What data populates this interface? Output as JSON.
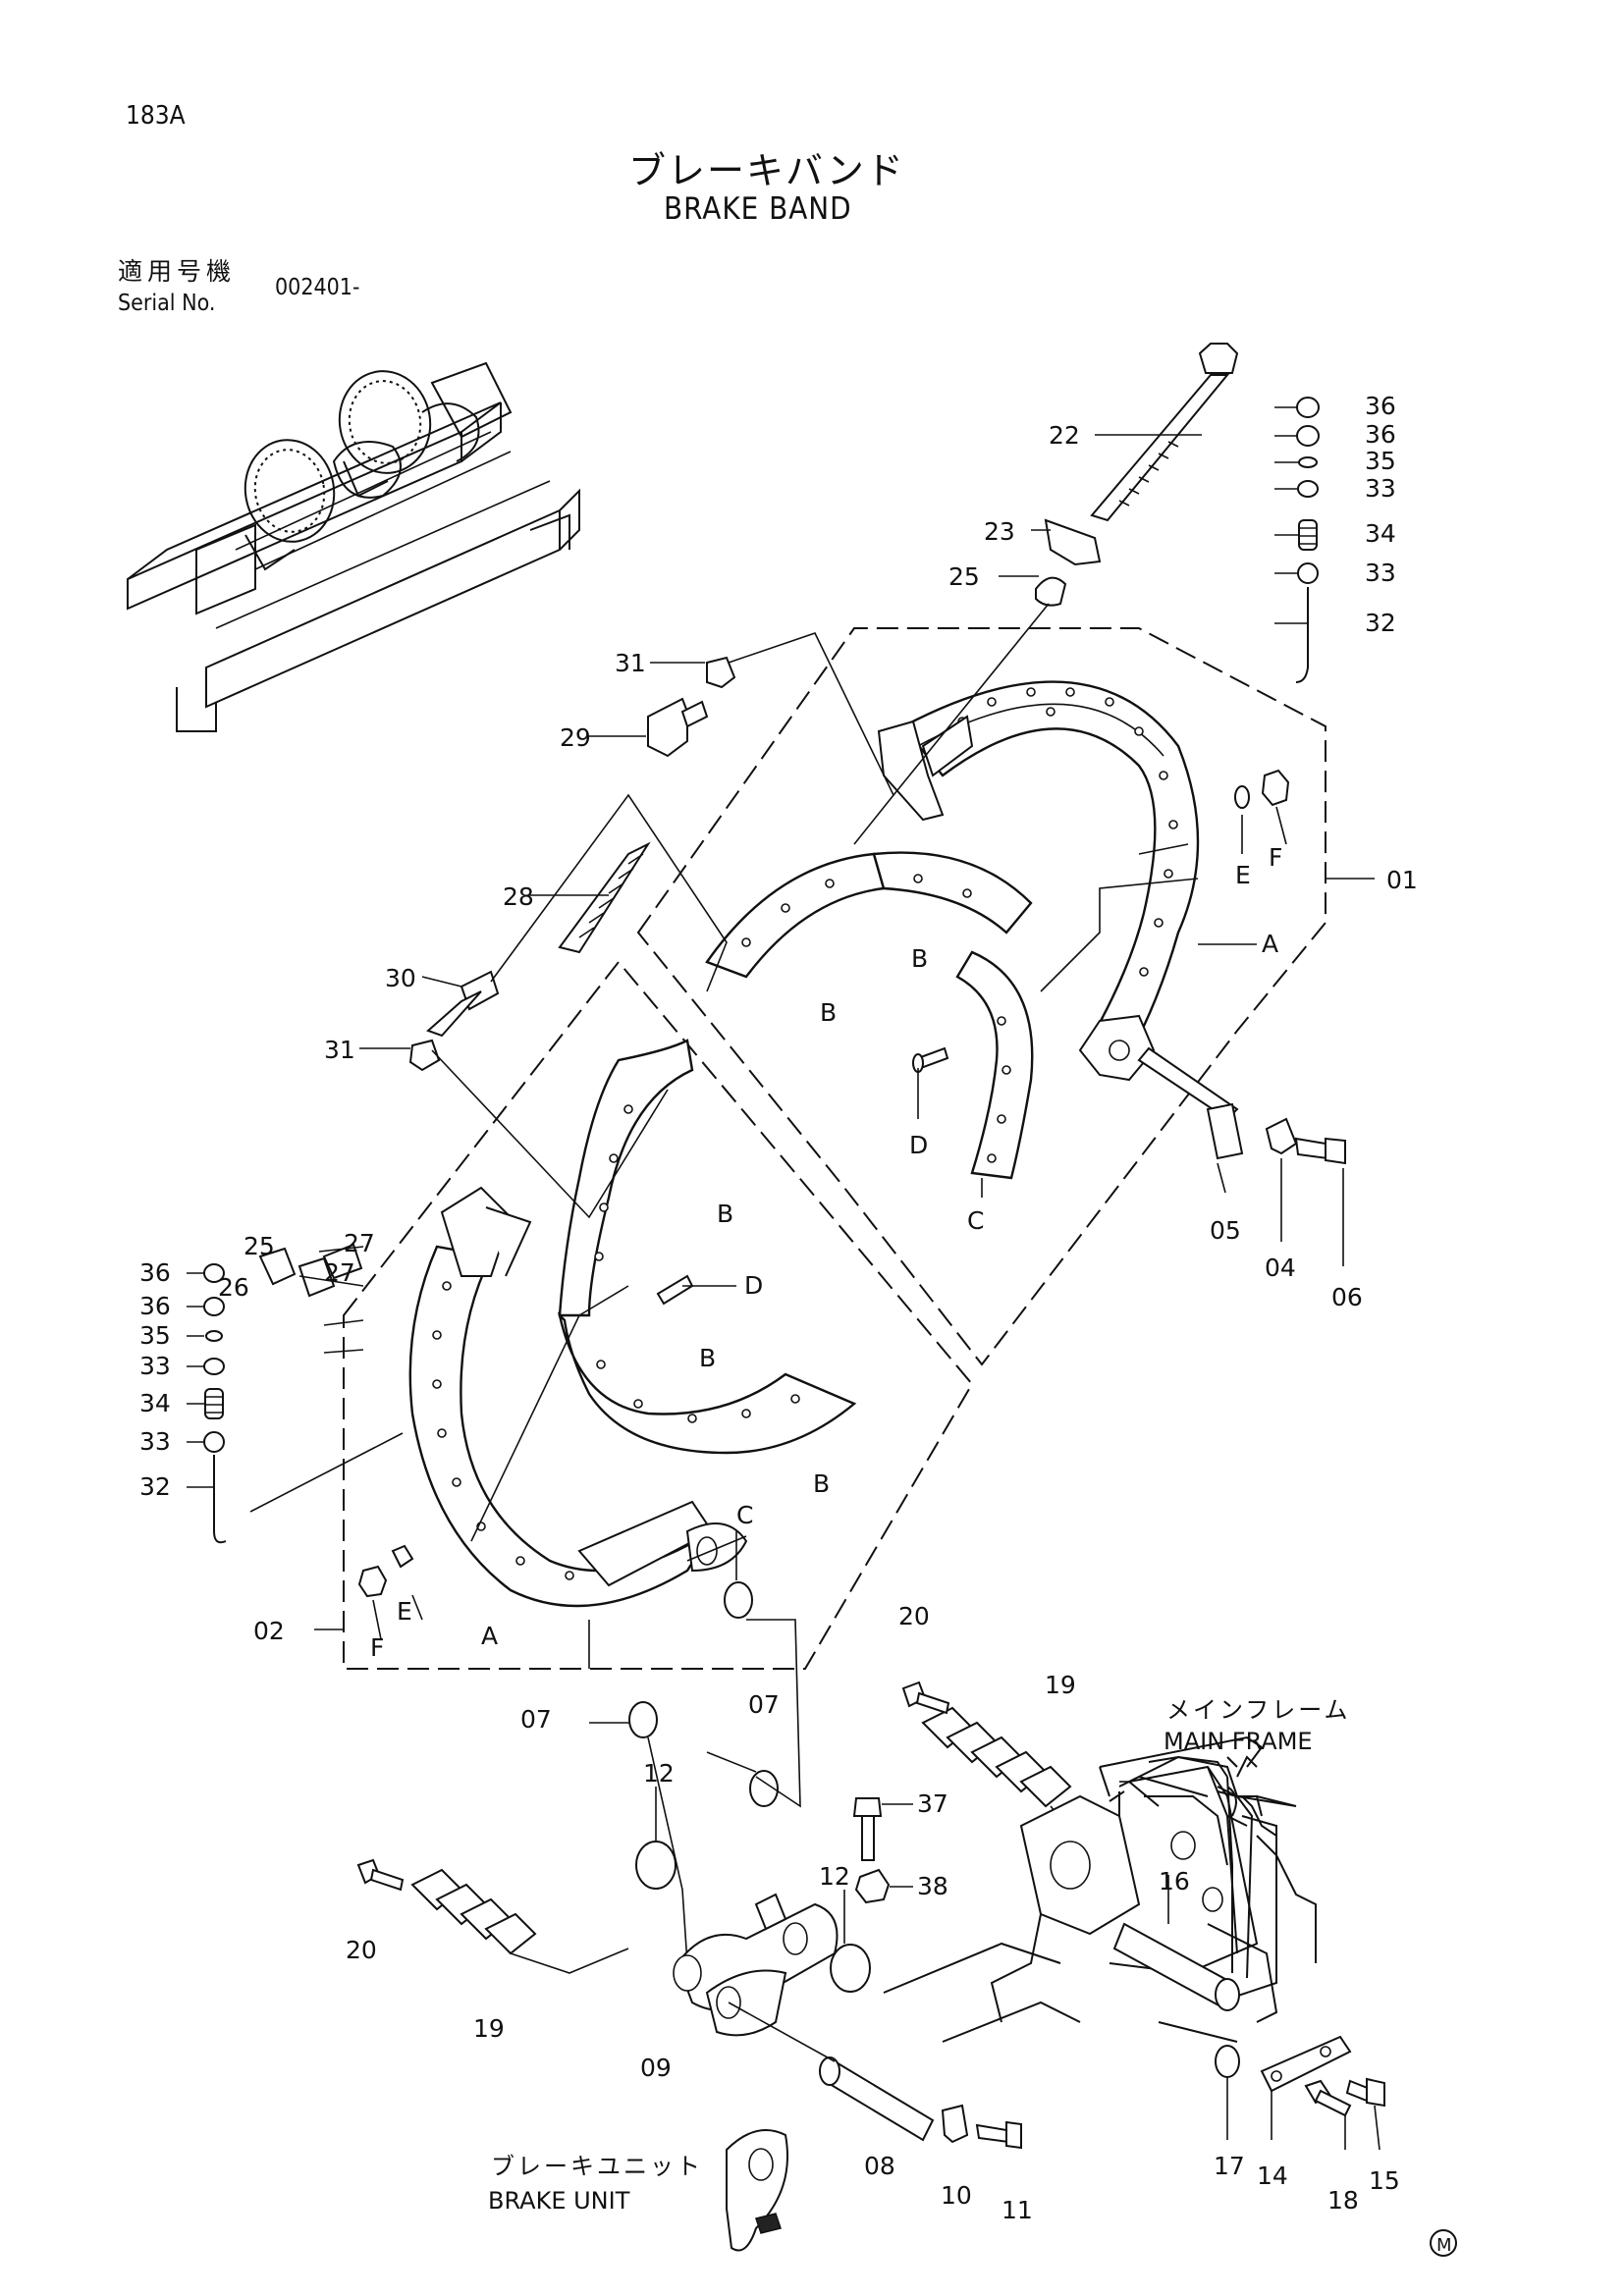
{
  "header": {
    "page_number": "183A",
    "title_jp": "ブレーキバンド",
    "title_en": "BRAKE BAND",
    "serial_label_jp": "適用号機",
    "serial_label_en": "Serial No.",
    "serial_value": "002401-"
  },
  "callouts": {
    "p01": "01",
    "p02": "02",
    "p04": "04",
    "p05": "05",
    "p06": "06",
    "p07a": "07",
    "p07b": "07",
    "p08": "08",
    "p09": "09",
    "p10": "10",
    "p11": "11",
    "p12a": "12",
    "p12b": "12",
    "p14": "14",
    "p15": "15",
    "p16": "16",
    "p17": "17",
    "p18": "18",
    "p19a": "19",
    "p19b": "19",
    "p20a": "20",
    "p20b": "20",
    "p22": "22",
    "p23": "23",
    "p25a": "25",
    "p25b": "25",
    "p26": "26",
    "p27a": "27",
    "p27b": "27",
    "p28": "28",
    "p29": "29",
    "p30": "30",
    "p31a": "31",
    "p31b": "31",
    "r36a": "36",
    "r36b": "36",
    "r35": "35",
    "r33a": "33",
    "r34": "34",
    "r33b": "33",
    "r32": "32",
    "l36a": "36",
    "l36b": "36",
    "l35": "35",
    "l33a": "33",
    "l34": "34",
    "l33b": "33",
    "l32": "32",
    "p37": "37",
    "p38": "38",
    "lA1": "A",
    "lA2": "A",
    "lB1": "B",
    "lB2": "B",
    "lB3": "B",
    "lB4": "B",
    "lB5": "B",
    "lC1": "C",
    "lC2": "C",
    "lD1": "D",
    "lD2": "D",
    "lE1": "E",
    "lE2": "E",
    "lF1": "F",
    "lF2": "F"
  },
  "labels": {
    "main_frame_jp": "メインフレーム",
    "main_frame_en": "MAIN FRAME",
    "brake_unit_jp": "ブレーキユニット",
    "brake_unit_en": "BRAKE UNIT",
    "corner_mark": "M"
  }
}
